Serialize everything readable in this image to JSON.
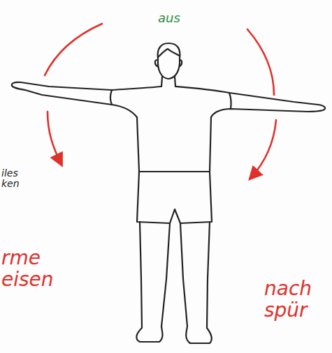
{
  "diagram": {
    "labels": [
      "aus",
      "iles ken",
      "rme eisen",
      "nach spür"
    ]
  }
}
